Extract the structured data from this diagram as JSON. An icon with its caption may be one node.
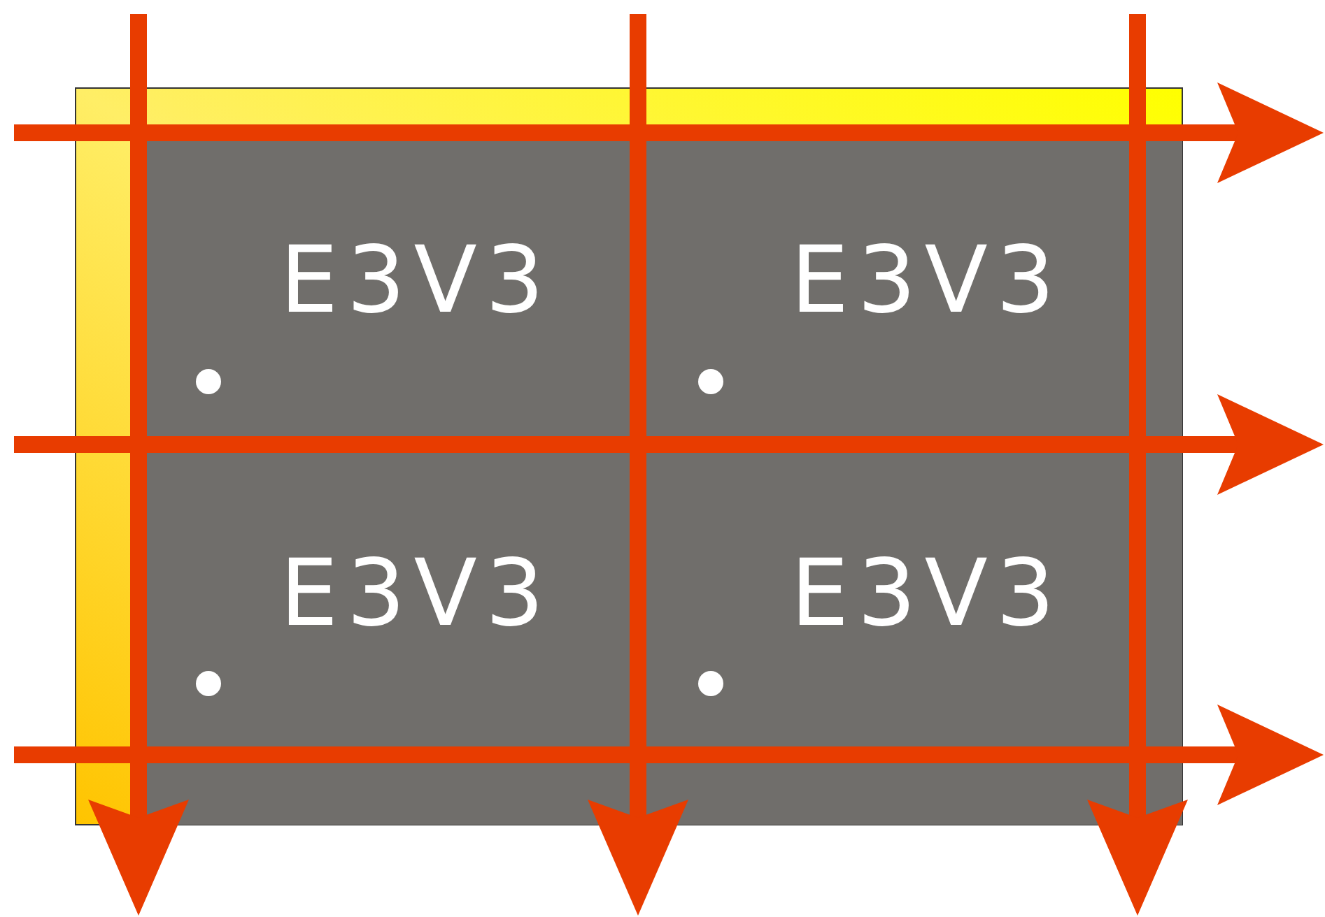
{
  "diagram": {
    "nodes": [
      {
        "text": [
          "E3V3"
        ]
      },
      {
        "text": [
          "E3V3"
        ]
      },
      {
        "text": [
          "E3V3"
        ]
      },
      {
        "text": [
          "E3V3"
        ]
      }
    ]
  }
}
